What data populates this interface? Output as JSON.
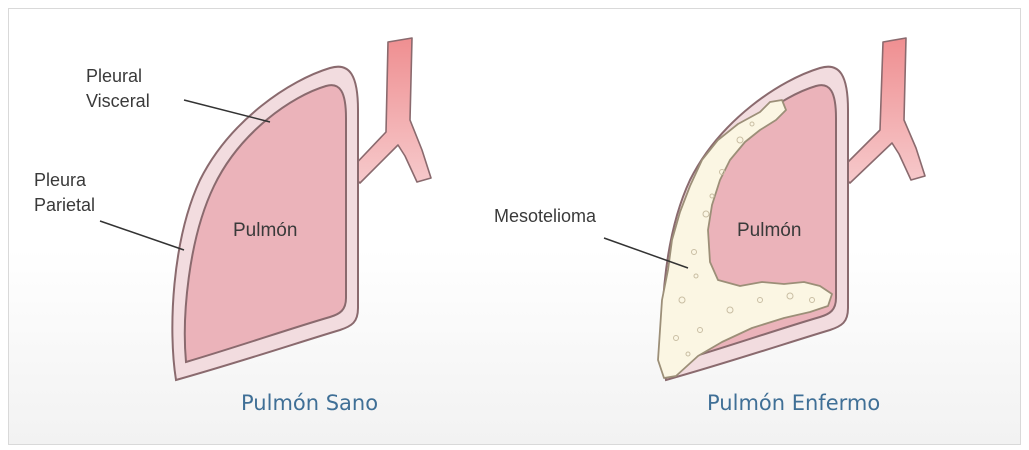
{
  "colors": {
    "caption": "#3f6f96",
    "lung_fill": "#ebb3ba",
    "pleura_fill": "#f2dcdf",
    "outline": "#8a6a6e",
    "trachea": "#ec8d8f",
    "tumor": "#fbf6e3",
    "leader_line": "#333333"
  },
  "healthy": {
    "caption": "Pulmón Sano",
    "organ_label": "Pulmón",
    "visceral_label_line1": "Pleural",
    "visceral_label_line2": "Visceral",
    "parietal_label_line1": "Pleura",
    "parietal_label_line2": "Parietal"
  },
  "diseased": {
    "caption": "Pulmón Enfermo",
    "organ_label": "Pulmón",
    "tumor_label": "Mesotelioma"
  }
}
